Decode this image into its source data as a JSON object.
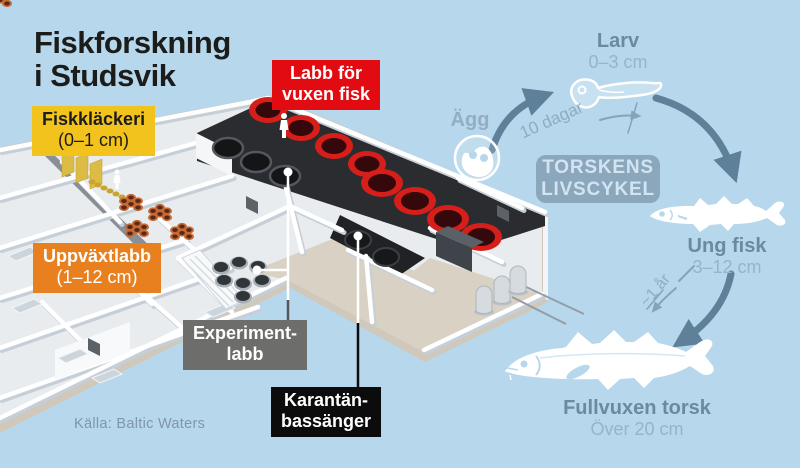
{
  "title": {
    "line1": "Fiskforskning",
    "line2": "i Studsvik"
  },
  "source": "Källa: Baltic Waters",
  "map_labels": {
    "hatchery": {
      "line1": "Fiskkläckeri",
      "line2": "(0–1 cm)",
      "bg": "#f2c31d"
    },
    "adult_lab": {
      "line1": "Labb för",
      "line2": "vuxen fisk",
      "bg": "#e30b12"
    },
    "grow_lab": {
      "line1": "Uppväxtlabb",
      "line2": "(1–12 cm)",
      "bg": "#e8801f"
    },
    "experiment_lab": {
      "line1": "Experiment-",
      "line2": "labb",
      "bg": "#6d6d6c"
    },
    "quarantine": {
      "line1": "Karantän-",
      "line2": "bassänger",
      "bg": "#0c0c0c"
    }
  },
  "lifecycle": {
    "badge": {
      "line1": "TORSKENS",
      "line2": "LIVSCYKEL"
    },
    "stages": {
      "egg": {
        "label": "Ägg"
      },
      "larva": {
        "label": "Larv",
        "size": "0–3 cm"
      },
      "young": {
        "label": "Ung fisk",
        "size": "3–12 cm"
      },
      "adult": {
        "label": "Fullvuxen torsk",
        "size": "Över 20 cm"
      }
    },
    "durations": {
      "egg_to_larva": "10 dagar",
      "young_to_adult": "~1 år"
    }
  },
  "colors": {
    "background": "#b6d7ec",
    "arrow": "#5e8098",
    "stage_heading": "#6b8aa0",
    "stage_size": "#97b4c8",
    "badge_bg": "#8ba7bb",
    "red_tank": "#d61f1a",
    "copper_tank": "#c46a34"
  }
}
